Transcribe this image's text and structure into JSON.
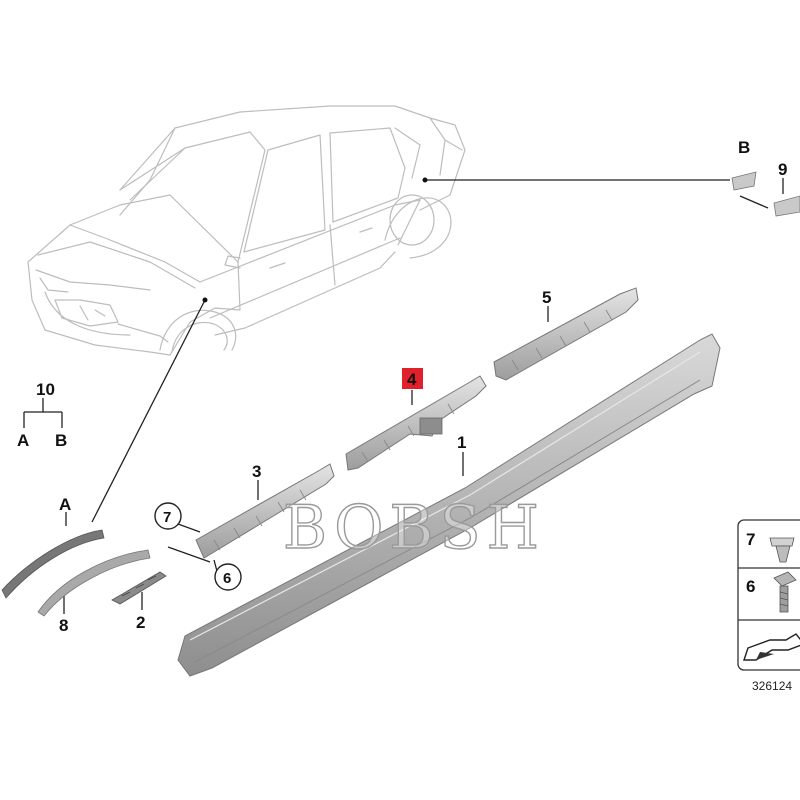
{
  "labels": {
    "l1": "1",
    "l2": "2",
    "l3": "3",
    "l4": "4",
    "l5": "5",
    "l6": "6",
    "l7": "7",
    "l8": "8",
    "l9": "9",
    "l10": "10",
    "lA_tree": "A",
    "lB_tree": "B",
    "lA": "A",
    "lB": "B"
  },
  "legend": {
    "item7": "7",
    "item6": "6"
  },
  "highlight_color": "#e0202a",
  "watermark": "BOBSH",
  "reference_number": "326124"
}
